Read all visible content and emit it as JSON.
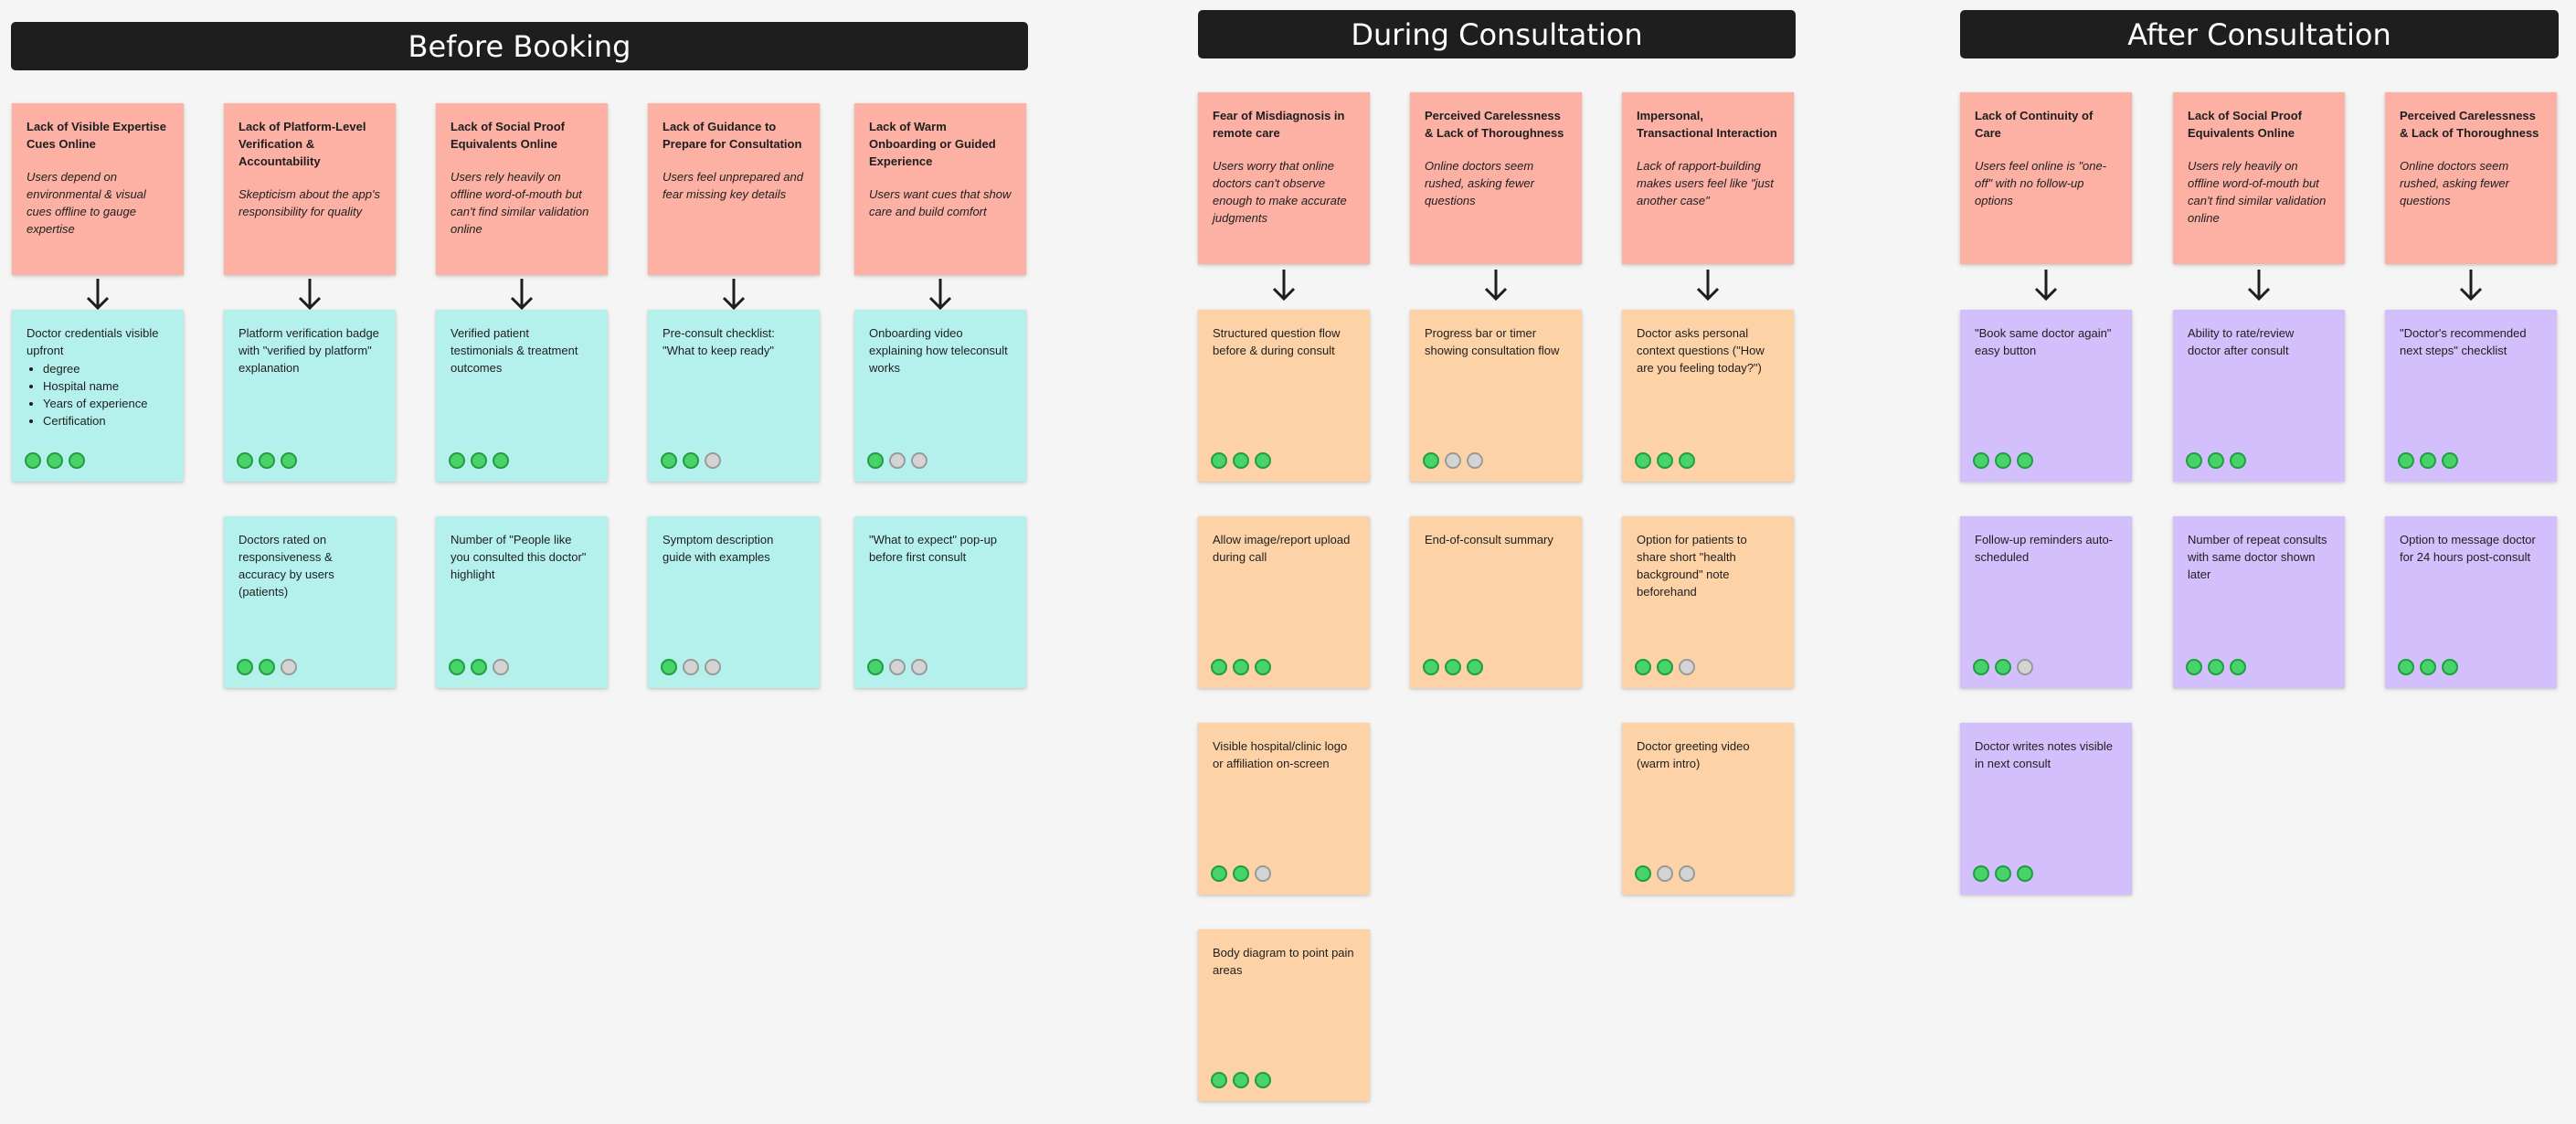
{
  "sections": {
    "before": "Before Booking",
    "during": "During Consultation",
    "after": "After Consultation"
  },
  "colors": {
    "problem": "#fcb1a4",
    "before_solution": "#b4f0ec",
    "during_solution": "#fdd2a6",
    "after_solution": "#d2bffb",
    "header": "#1e1e1e",
    "dot_on": "#47d36a",
    "dot_off": "#d4d4d4"
  },
  "before": {
    "problems": [
      {
        "title": "Lack of Visible Expertise Cues Online",
        "desc": "Users depend on environmental & visual cues offline to gauge expertise"
      },
      {
        "title": "Lack of Platform-Level Verification & Accountability",
        "desc": "Skepticism about the app's responsibility for quality"
      },
      {
        "title": "Lack of Social Proof Equivalents Online",
        "desc": "Users rely heavily on offline word-of-mouth but can't find similar validation online"
      },
      {
        "title": "Lack of Guidance to Prepare for Consultation",
        "desc": "Users feel unprepared and fear missing key details"
      },
      {
        "title": "Lack of Warm Onboarding or Guided Experience",
        "desc": "Users want cues that show care and build comfort"
      }
    ],
    "solutions": {
      "c0r0": {
        "text": "Doctor credentials visible upfront",
        "items": [
          "degree",
          "Hospital name",
          "Years of experience",
          "Certification"
        ],
        "rating": 3
      },
      "c1r0": {
        "text": "Platform verification badge with \"verified by platform\" explanation",
        "rating": 3
      },
      "c2r0": {
        "text": "Verified patient testimonials & treatment outcomes",
        "rating": 3
      },
      "c3r0": {
        "text": "Pre-consult checklist: \"What to keep ready\"",
        "rating": 2
      },
      "c4r0": {
        "text": "Onboarding video explaining how teleconsult works",
        "rating": 1
      },
      "c1r1": {
        "text": "Doctors rated on responsiveness & accuracy by users (patients)",
        "rating": 2
      },
      "c2r1": {
        "text": "Number of \"People like you consulted this doctor\" highlight",
        "rating": 2
      },
      "c3r1": {
        "text": "Symptom description guide with examples",
        "rating": 1
      },
      "c4r1": {
        "text": "\"What to expect\" pop-up before first consult",
        "rating": 1
      }
    }
  },
  "during": {
    "problems": [
      {
        "title": "Fear of Misdiagnosis in remote care",
        "desc": "Users worry that online doctors can't observe enough to make accurate judgments"
      },
      {
        "title": "Perceived Carelessness & Lack of Thoroughness",
        "desc": "Online doctors seem rushed, asking fewer questions"
      },
      {
        "title": "Impersonal, Transactional Interaction",
        "desc": "Lack of rapport-building makes users feel like \"just another case\""
      }
    ],
    "solutions": {
      "c0r0": {
        "text": "Structured question flow before & during consult",
        "rating": 3
      },
      "c1r0": {
        "text": "Progress bar or timer showing consultation flow",
        "rating": 1
      },
      "c2r0": {
        "text": "Doctor asks personal context questions (\"How are you feeling today?\")",
        "rating": 3
      },
      "c0r1": {
        "text": "Allow image/report upload during call",
        "rating": 3
      },
      "c1r1": {
        "text": "End-of-consult summary",
        "rating": 3
      },
      "c2r1": {
        "text": "Option for patients to share short \"health background\" note beforehand",
        "rating": 2
      },
      "c0r2": {
        "text": "Visible hospital/clinic logo or affiliation on-screen",
        "rating": 2
      },
      "c2r2": {
        "text": "Doctor greeting video (warm intro)",
        "rating": 1
      },
      "c0r3": {
        "text": "Body diagram to point pain areas",
        "rating": 3
      }
    }
  },
  "after": {
    "problems": [
      {
        "title": "Lack of Continuity of Care",
        "desc": "Users feel online is \"one-off\" with no follow-up options"
      },
      {
        "title": "Lack of Social Proof Equivalents Online",
        "desc": "Users rely heavily on offline word-of-mouth but can't find similar validation online"
      },
      {
        "title": "Perceived Carelessness & Lack of Thoroughness",
        "desc": "Online doctors seem rushed, asking fewer questions"
      }
    ],
    "solutions": {
      "c0r0": {
        "text": "\"Book same doctor again\" easy button",
        "rating": 3
      },
      "c1r0": {
        "text": "Ability to rate/review doctor after consult",
        "rating": 3
      },
      "c2r0": {
        "text": "\"Doctor's recommended next steps\" checklist",
        "rating": 3
      },
      "c0r1": {
        "text": "Follow-up reminders auto-scheduled",
        "rating": 2
      },
      "c1r1": {
        "text": "Number of repeat consults with same doctor shown later",
        "rating": 3
      },
      "c2r1": {
        "text": "Option to message doctor for 24 hours post-consult",
        "rating": 3
      },
      "c0r2": {
        "text": "Doctor writes notes visible in next consult",
        "rating": 3
      }
    }
  }
}
